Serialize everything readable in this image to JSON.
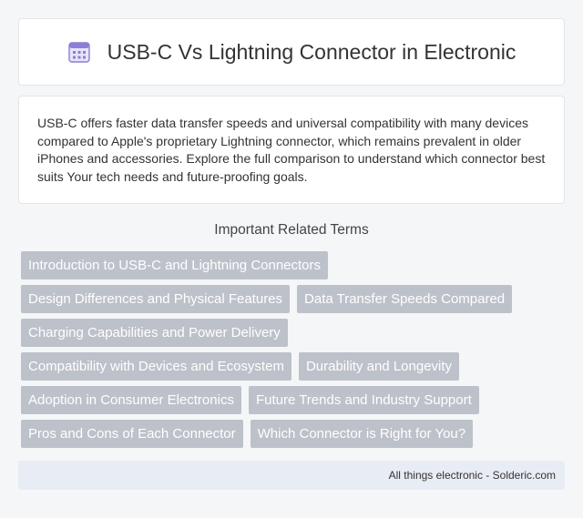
{
  "header": {
    "title": "USB-C Vs Lightning Connector in Electronic",
    "icon": "calendar-grid-icon"
  },
  "summary": {
    "text": "USB-C offers faster data transfer speeds and universal compatibility with many devices compared to Apple's proprietary Lightning connector, which remains prevalent in older iPhones and accessories. Explore the full comparison to understand which connector best suits Your tech needs and future-proofing goals."
  },
  "related": {
    "heading": "Important Related Terms",
    "terms": [
      "Introduction to USB-C and Lightning Connectors",
      "Design Differences and Physical Features",
      "Data Transfer Speeds Compared",
      "Charging Capabilities and Power Delivery",
      "Compatibility with Devices and Ecosystem",
      "Durability and Longevity",
      "Adoption in Consumer Electronics",
      "Future Trends and Industry Support",
      "Pros and Cons of Each Connector",
      "Which Connector is Right for You?"
    ]
  },
  "footer": {
    "text": "All things electronic - Solderic.com"
  },
  "colors": {
    "chip_bg": "#bdc1ca",
    "footer_bg": "#e8ecf4",
    "icon_accent": "#8a7fd6"
  }
}
